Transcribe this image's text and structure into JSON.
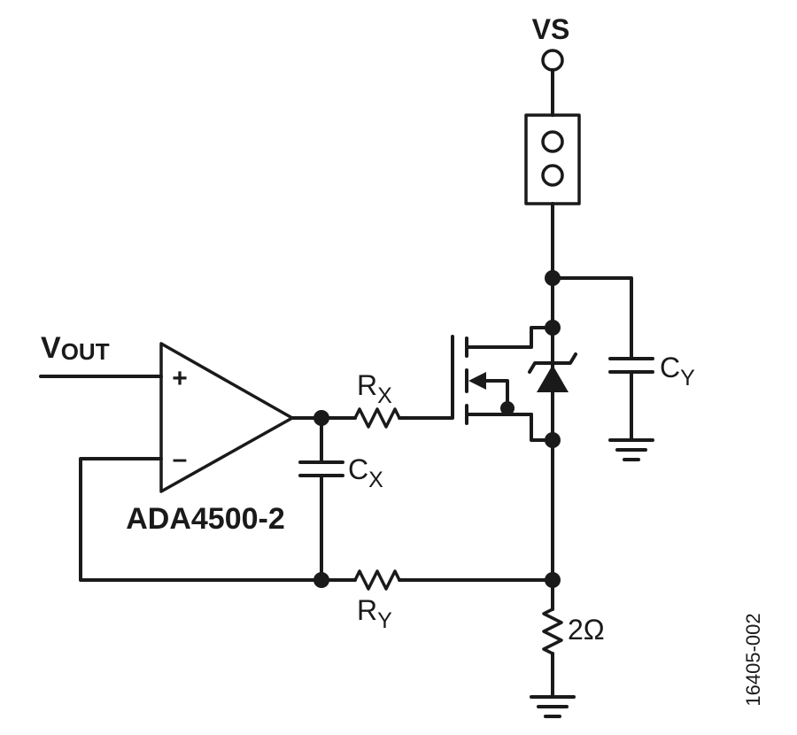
{
  "labels": {
    "supply": "VS",
    "vout_main": "V",
    "vout_sub": "OUT",
    "opamp_plus": "+",
    "opamp_minus": "–",
    "opamp_part": "ADA4500-2",
    "rx_main": "R",
    "rx_sub": "X",
    "ry_main": "R",
    "ry_sub": "Y",
    "cx_main": "C",
    "cx_sub": "X",
    "cy_main": "C",
    "cy_sub": "Y",
    "sense_resistor": "2Ω",
    "figure_id": "16405-002"
  }
}
